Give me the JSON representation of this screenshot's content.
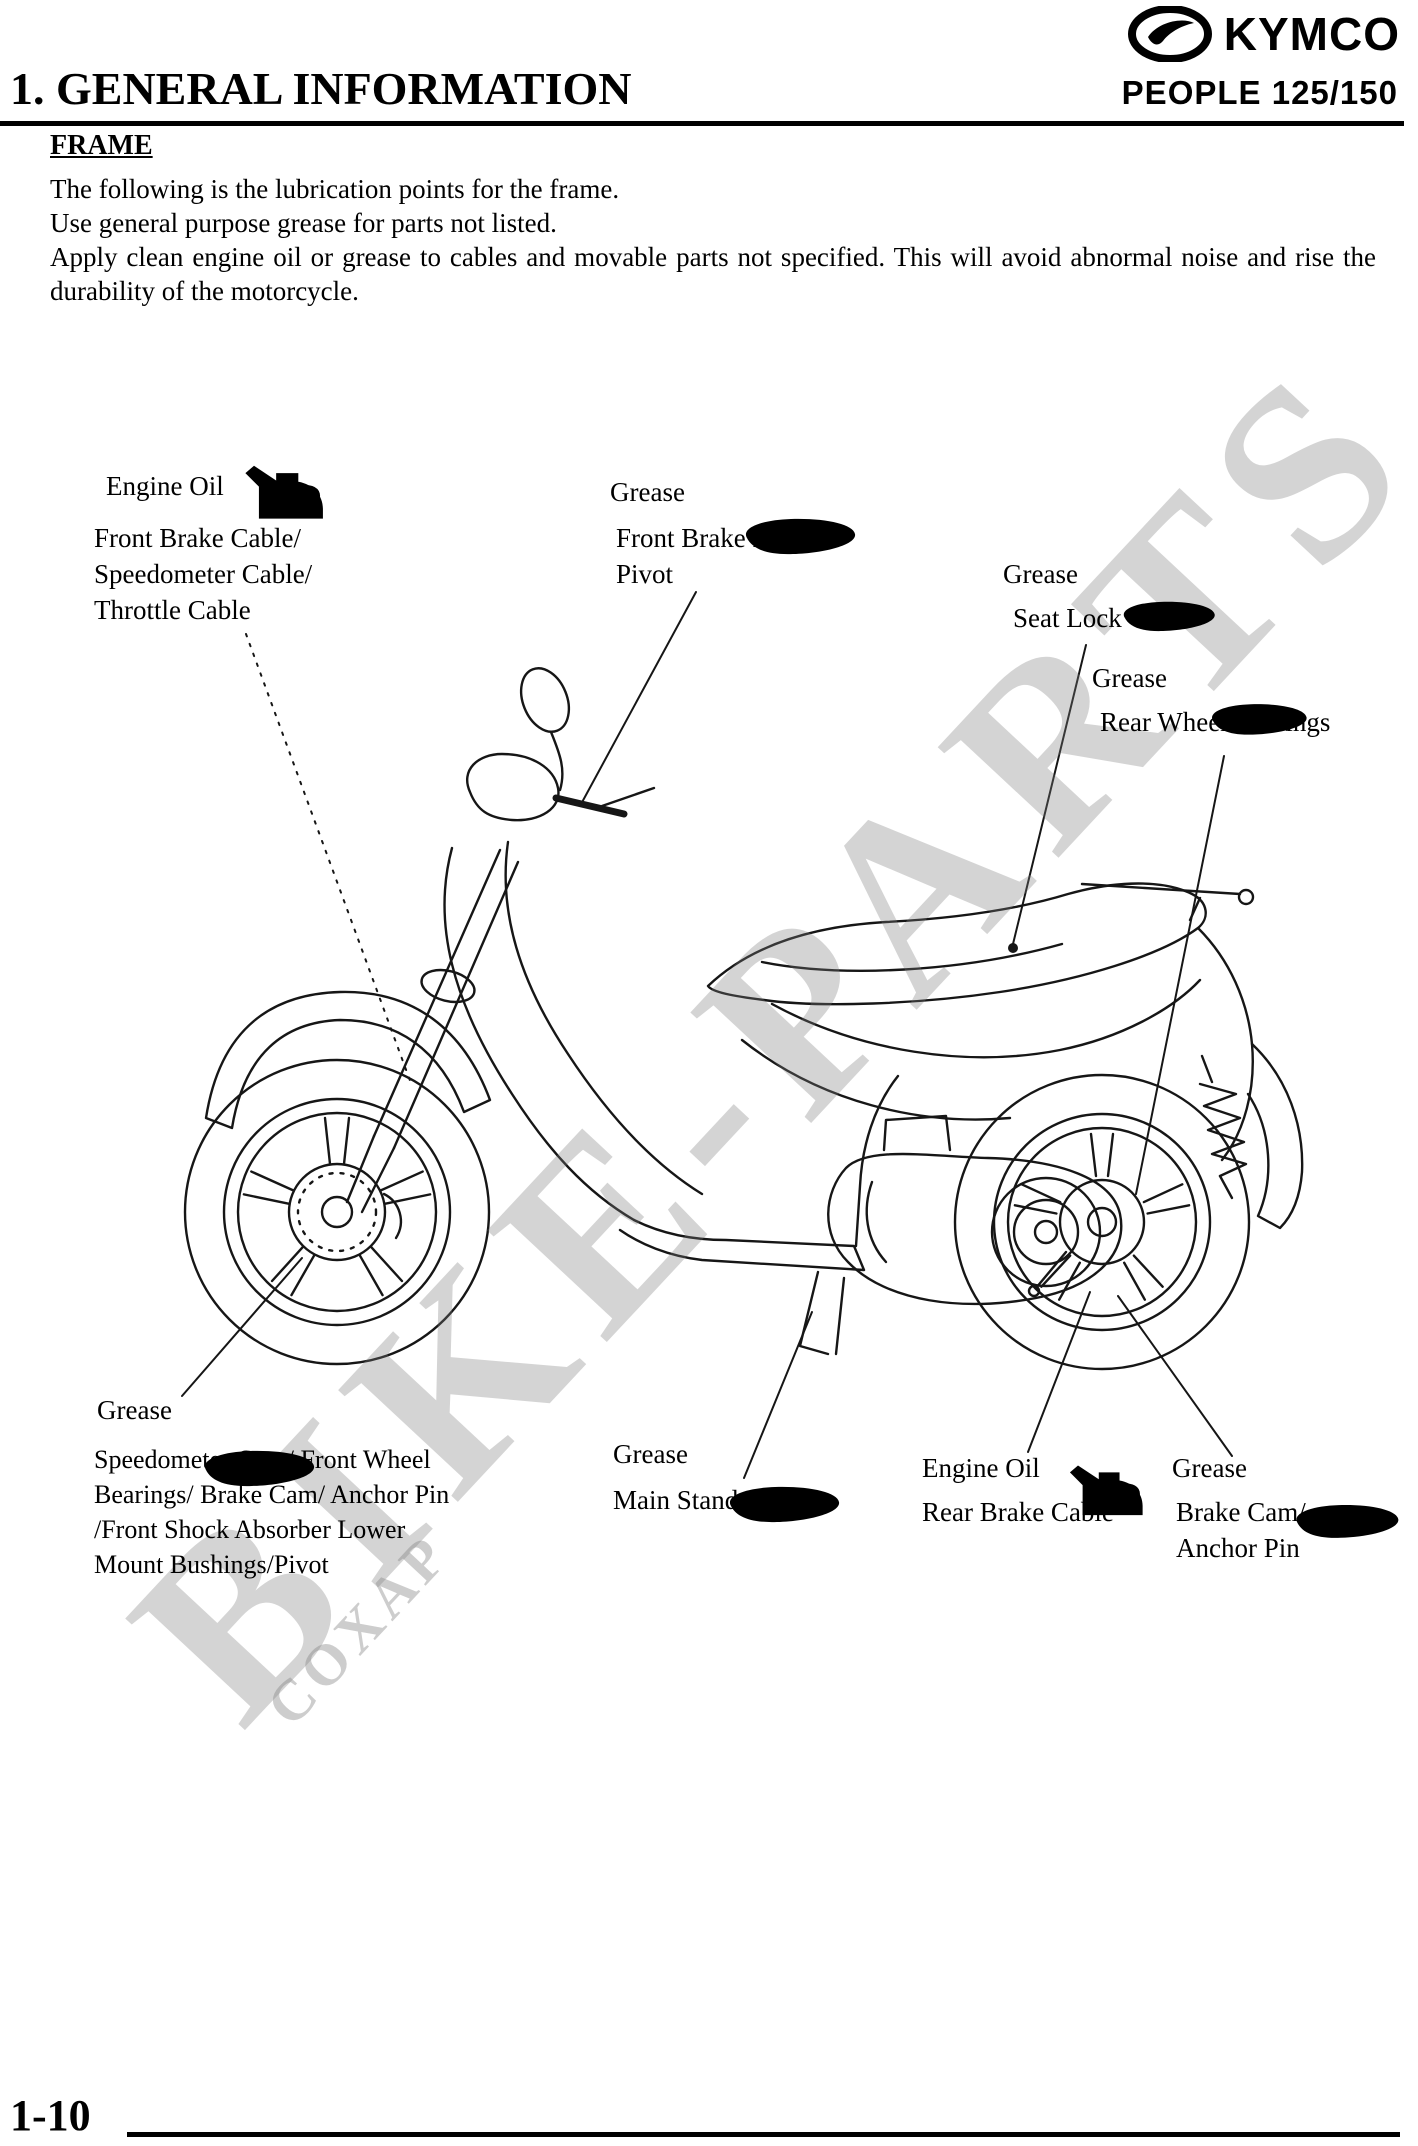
{
  "header": {
    "brand": "KYMCO",
    "title": "1. GENERAL INFORMATION",
    "model": "PEOPLE 125/150"
  },
  "section": {
    "title": "FRAME",
    "body_line1": "The following is the lubrication points for the frame.",
    "body_line2": "Use general purpose grease for parts not listed.",
    "body_line3": "Apply clean engine oil or grease to cables and movable parts not specified.  This will avoid abnormal noise and rise the durability of the motorcycle."
  },
  "callouts": [
    {
      "title": "Engine Oil",
      "icon": "oil-can",
      "lines": [
        "Front Brake Cable/",
        "Speedometer Cable/",
        "Throttle Cable"
      ]
    },
    {
      "title": "Grease",
      "icon": "grease-blob",
      "lines": [
        "Front Brake Lever",
        "Pivot"
      ]
    },
    {
      "title": "Grease",
      "icon": "grease-blob",
      "lines": [
        "Seat Lock"
      ]
    },
    {
      "title": "Grease",
      "icon": "grease-blob",
      "lines": [
        "Rear Wheel Bearings"
      ]
    },
    {
      "title": "Grease",
      "icon": "grease-blob",
      "lines": [
        "Speedometer Gear/ Front Wheel",
        "Bearings/ Brake Cam/ Anchor Pin",
        "/Front Shock Absorber Lower",
        "Mount Bushings/Pivot"
      ]
    },
    {
      "title": "Grease",
      "icon": "grease-blob",
      "lines": [
        "Main Stand Pivot"
      ]
    },
    {
      "title": "Engine Oil",
      "icon": "oil-can",
      "lines": [
        "Rear Brake Cable"
      ]
    },
    {
      "title": "Grease",
      "icon": "grease-blob",
      "lines": [
        "Brake Cam/",
        "Anchor Pin"
      ]
    }
  ],
  "watermark": {
    "text": "BIKE-PARTS",
    "subtext": "COXAP"
  },
  "footer": {
    "page_number": "1-10"
  },
  "colors": {
    "ink": "#000000",
    "watermark": "#7d7d7d"
  }
}
